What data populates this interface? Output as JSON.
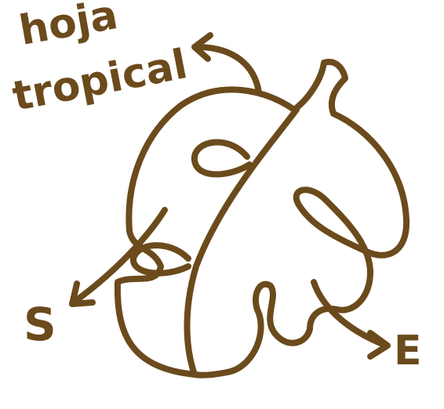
{
  "diagram": {
    "title_lines": [
      "hoja",
      "tropical"
    ],
    "direction_labels": {
      "south": "S",
      "east": "E"
    },
    "colors": {
      "ink": "#6b4a1c",
      "background": "#ffffff"
    },
    "icons": [
      "tropical-leaf-icon",
      "curved-arrow-icon",
      "arrow-southwest-icon",
      "arrow-southeast-icon"
    ]
  }
}
